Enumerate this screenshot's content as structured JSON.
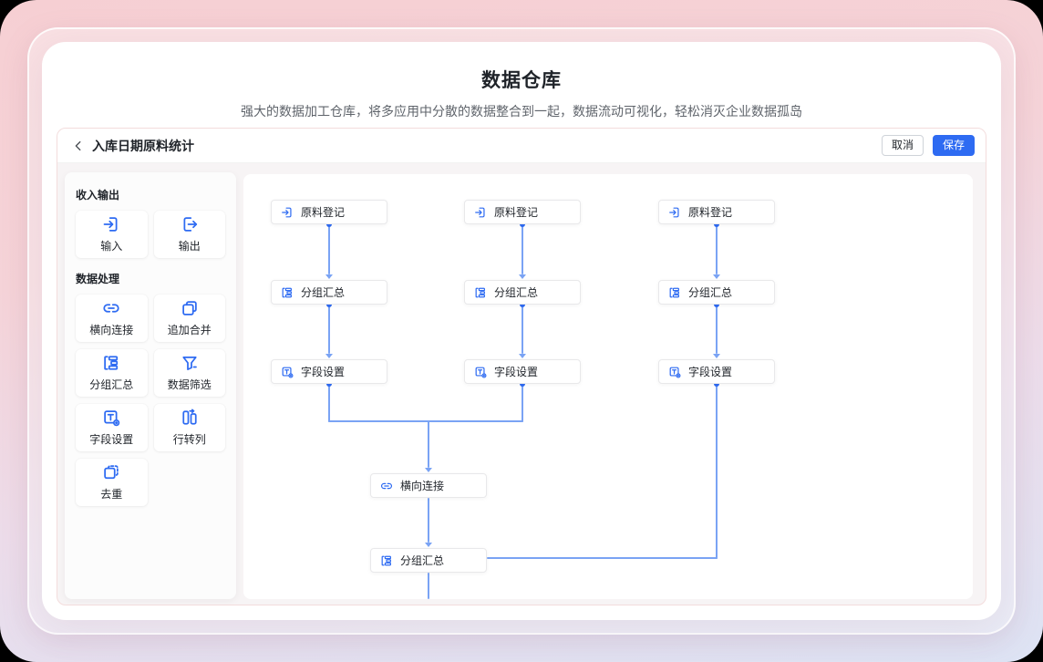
{
  "window": {
    "title": "数据仓库",
    "subtitle": "强大的数据加工仓库，将多应用中分散的数据整合到一起，数据流动可视化，轻松消灭企业数据孤岛"
  },
  "editor": {
    "title": "入库日期原料统计",
    "cancel_label": "取消",
    "save_label": "保存"
  },
  "palette": {
    "sections": [
      {
        "label": "收入输出",
        "tools": [
          {
            "label": "输入",
            "icon": "input-icon"
          },
          {
            "label": "输出",
            "icon": "output-icon"
          }
        ]
      },
      {
        "label": "数据处理",
        "tools": [
          {
            "label": "横向连接",
            "icon": "horizontal-join-icon"
          },
          {
            "label": "追加合并",
            "icon": "append-merge-icon"
          },
          {
            "label": "分组汇总",
            "icon": "group-summary-icon"
          },
          {
            "label": "数据筛选",
            "icon": "data-filter-icon"
          },
          {
            "label": "字段设置",
            "icon": "field-settings-icon"
          },
          {
            "label": "行转列",
            "icon": "row-to-column-icon"
          },
          {
            "label": "去重",
            "icon": "deduplicate-icon"
          }
        ]
      }
    ]
  },
  "canvas": {
    "nodes": [
      {
        "label": "原料登记",
        "icon": "input-icon"
      },
      {
        "label": "原料登记",
        "icon": "input-icon"
      },
      {
        "label": "原料登记",
        "icon": "input-icon"
      },
      {
        "label": "分组汇总",
        "icon": "group-summary-icon"
      },
      {
        "label": "分组汇总",
        "icon": "group-summary-icon"
      },
      {
        "label": "分组汇总",
        "icon": "group-summary-icon"
      },
      {
        "label": "字段设置",
        "icon": "field-settings-icon"
      },
      {
        "label": "字段设置",
        "icon": "field-settings-icon"
      },
      {
        "label": "字段设置",
        "icon": "field-settings-icon"
      },
      {
        "label": "横向连接",
        "icon": "horizontal-join-icon"
      },
      {
        "label": "分组汇总",
        "icon": "group-summary-icon"
      }
    ]
  },
  "colors": {
    "accent": "#2e6bf2",
    "connector_line": "#7aa3f4",
    "save_button_bg": "#2e6bf2",
    "panel_border": "#f3dcdc"
  }
}
